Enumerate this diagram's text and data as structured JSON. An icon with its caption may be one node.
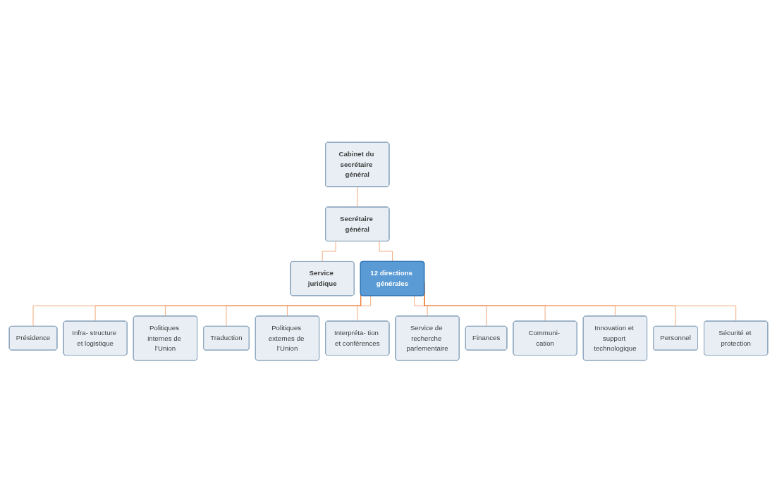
{
  "diagram": {
    "nodes": [
      {
        "text": [
          "Cabinet du secrétaire général"
        ]
      },
      {
        "text": [
          "Secrétaire général"
        ]
      },
      {
        "text": [
          "Service juridique"
        ]
      },
      {
        "text": [
          "12 directions générales"
        ]
      },
      {
        "text": [
          "Présidence"
        ]
      },
      {
        "text": [
          "Infra- structure et logistique"
        ]
      },
      {
        "text": [
          "Politiques internes de l’Union"
        ]
      },
      {
        "text": [
          "Traduction"
        ]
      },
      {
        "text": [
          "Politiques externes de l’Union"
        ]
      },
      {
        "text": [
          "Interpréta- tion et conférences"
        ]
      },
      {
        "text": [
          "Service de recherche parlementaire"
        ]
      },
      {
        "text": [
          "Finances"
        ]
      },
      {
        "text": [
          "Communi- cation"
        ]
      },
      {
        "text": [
          "Innovation et support technologique"
        ]
      },
      {
        "text": [
          "Personnel"
        ]
      },
      {
        "text": [
          "Sécurité et protection"
        ]
      }
    ],
    "edges": [
      {
        "from": 0,
        "to": 1,
        "arrow": "none"
      },
      {
        "from": 1,
        "to": 2,
        "arrow": "none"
      },
      {
        "from": 1,
        "to": 3,
        "arrow": "none"
      },
      {
        "from": 3,
        "to": 4,
        "arrow": "none"
      },
      {
        "from": 3,
        "to": 5,
        "arrow": "none"
      },
      {
        "from": 3,
        "to": 6,
        "arrow": "none"
      },
      {
        "from": 3,
        "to": 7,
        "arrow": "none"
      },
      {
        "from": 3,
        "to": 8,
        "arrow": "none"
      },
      {
        "from": 3,
        "to": 9,
        "arrow": "none"
      },
      {
        "from": 3,
        "to": 10,
        "arrow": "none"
      },
      {
        "from": 3,
        "to": 11,
        "arrow": "none"
      },
      {
        "from": 3,
        "to": 12,
        "arrow": "none"
      },
      {
        "from": 3,
        "to": 13,
        "arrow": "none"
      },
      {
        "from": 3,
        "to": 14,
        "arrow": "none"
      },
      {
        "from": 3,
        "to": 15,
        "arrow": "none"
      }
    ]
  }
}
